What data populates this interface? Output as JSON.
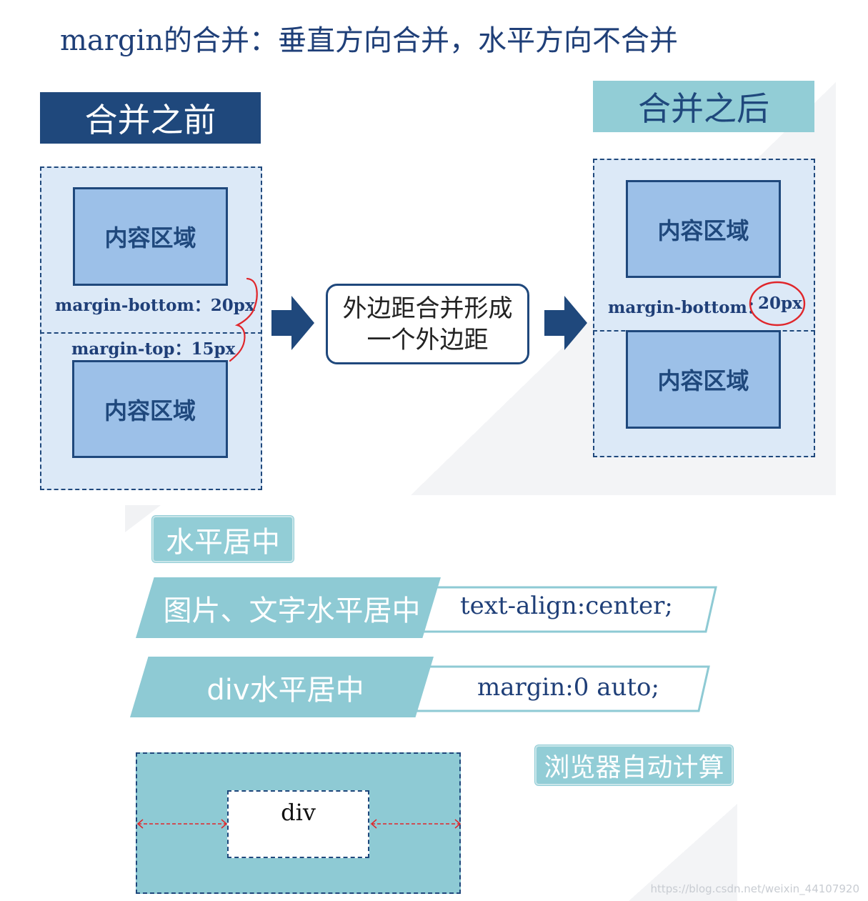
{
  "title": "margin的合并：垂直方向合并，水平方向不合并",
  "before": {
    "header": "合并之前",
    "top_box": "内容区域",
    "bottom_box": "内容区域",
    "margin_bottom_label": "margin-bottom：20px",
    "margin_top_label": "margin-top：15px"
  },
  "middle": {
    "line1": "外边距合并形成",
    "line2": "一个外边距"
  },
  "after": {
    "header": "合并之后",
    "top_box": "内容区域",
    "bottom_box": "内容区域",
    "margin_label": "margin-bottom：",
    "margin_value": "20px"
  },
  "horizontal": {
    "heading": "水平居中",
    "row1_label": "图片、文字水平居中",
    "row1_code": "text-align:center;",
    "row2_label": "div水平居中",
    "row2_code": "margin:0 auto;",
    "div_label": "div",
    "note": "浏览器自动计算"
  },
  "watermark": "https://blog.csdn.net/weixin_44107920",
  "colors": {
    "navy": "#1f487c",
    "teal": "#8ecad4",
    "light_blue": "#dce9f7",
    "content_blue": "#9cc0e8",
    "annotation_red": "#e0262b"
  }
}
